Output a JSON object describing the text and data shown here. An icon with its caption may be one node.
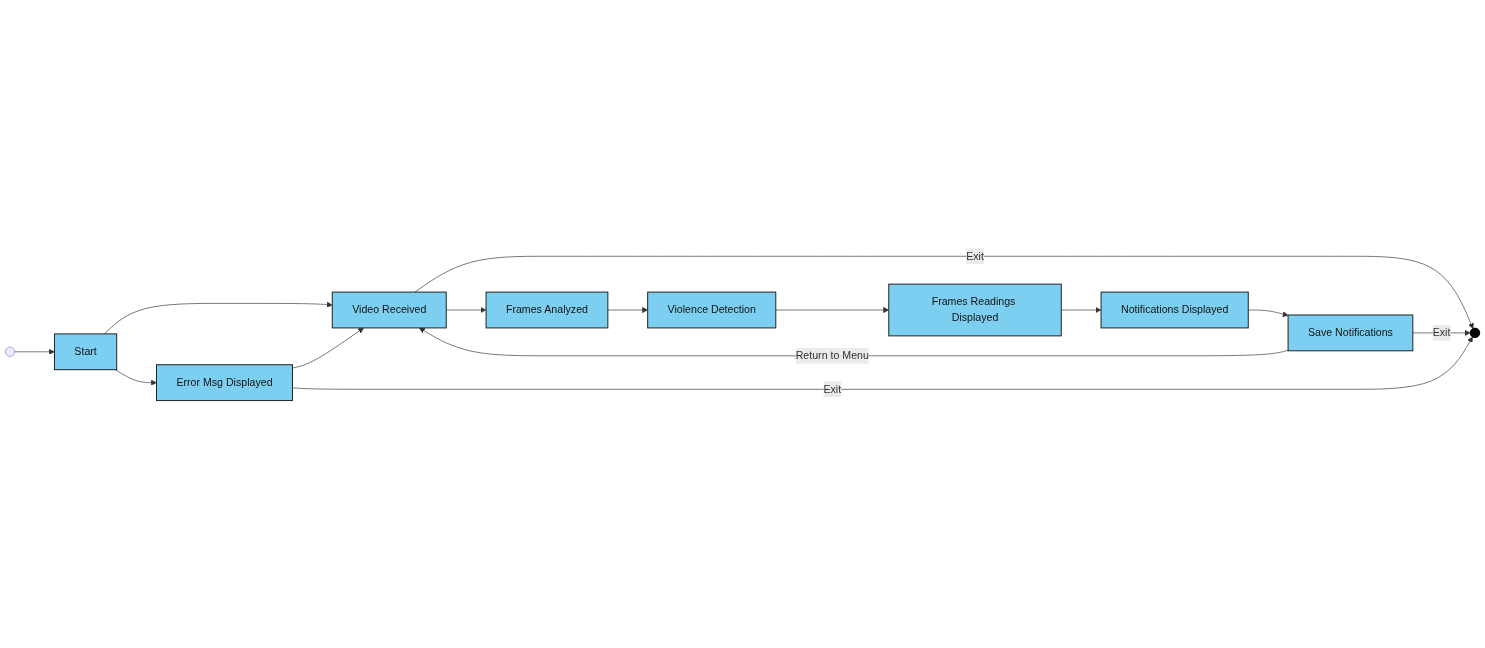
{
  "diagram": {
    "nodes": [
      {
        "text": [],
        "shape": "circle"
      },
      {
        "text": [
          "Start"
        ]
      },
      {
        "text": [
          "Video Received"
        ]
      },
      {
        "text": [
          "Frames Analyzed"
        ]
      },
      {
        "text": [
          "Violence Detection"
        ]
      },
      {
        "text": [
          "Error Msg Displayed"
        ]
      },
      {
        "text": [
          "Frames Readings Displayed"
        ]
      },
      {
        "text": [
          "Notifications Displayed"
        ]
      },
      {
        "text": [
          "Save Notifications"
        ]
      },
      {
        "text": [],
        "shape": "circle"
      }
    ],
    "edges": [
      {
        "from": 0,
        "to": 1,
        "arrow": "to"
      },
      {
        "from": 1,
        "to": 2,
        "arrow": "to"
      },
      {
        "from": 2,
        "to": 3,
        "arrow": "to"
      },
      {
        "from": 3,
        "to": 4,
        "arrow": "to"
      },
      {
        "from": 1,
        "to": 5,
        "arrow": "to"
      },
      {
        "from": 5,
        "to": 2,
        "arrow": "to"
      },
      {
        "from": 2,
        "to": 9,
        "label": "Exit",
        "arrow": "to"
      },
      {
        "from": 4,
        "to": 6,
        "arrow": "to"
      },
      {
        "from": 6,
        "to": 7,
        "arrow": "to"
      },
      {
        "from": 7,
        "to": 8,
        "arrow": "to"
      },
      {
        "from": 8,
        "to": 2,
        "label": "Return to Menu",
        "arrow": "to"
      },
      {
        "from": 8,
        "to": 9,
        "label": "Exit",
        "arrow": "to"
      },
      {
        "from": 5,
        "to": 9,
        "label": "Exit",
        "arrow": "to"
      }
    ]
  }
}
